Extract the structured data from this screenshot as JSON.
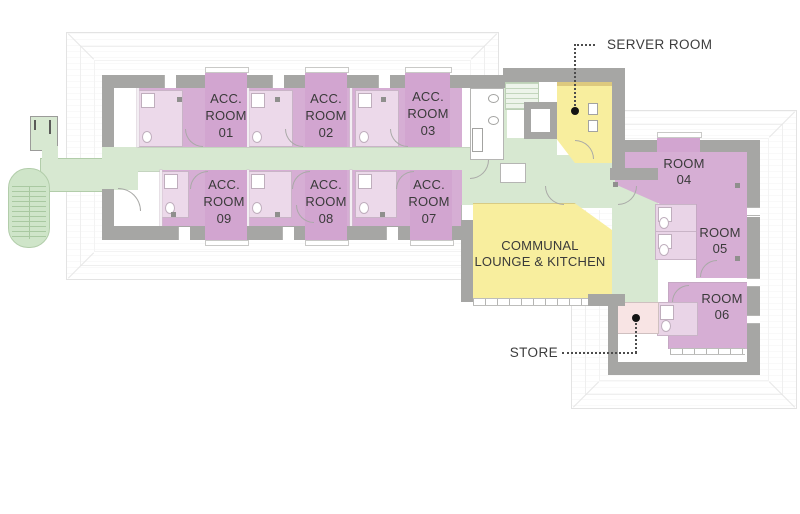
{
  "plan": {
    "rooms": {
      "acc": [
        {
          "l1": "ACC.",
          "l2": "ROOM",
          "l3": "01"
        },
        {
          "l1": "ACC.",
          "l2": "ROOM",
          "l3": "02"
        },
        {
          "l1": "ACC.",
          "l2": "ROOM",
          "l3": "03"
        },
        {
          "l1": "ACC.",
          "l2": "ROOM",
          "l3": "09"
        },
        {
          "l1": "ACC.",
          "l2": "ROOM",
          "l3": "08"
        },
        {
          "l1": "ACC.",
          "l2": "ROOM",
          "l3": "07"
        }
      ],
      "numbered": [
        {
          "l1": "ROOM",
          "l2": "04"
        },
        {
          "l1": "ROOM",
          "l2": "05"
        },
        {
          "l1": "ROOM",
          "l2": "06"
        }
      ],
      "communal": {
        "l1": "COMMUNAL",
        "l2": "LOUNGE & KITCHEN"
      }
    },
    "annotations": {
      "server_room": "SERVER ROOM",
      "store": "STORE"
    },
    "legend_colors": {
      "bedroom": "#d6aed4",
      "ensuite": "#ecd9ea",
      "circulation": "#d7e8d1",
      "communal": "#f8ee9e",
      "store": "#f8e4e4",
      "wall": "#a6a6a4"
    }
  }
}
